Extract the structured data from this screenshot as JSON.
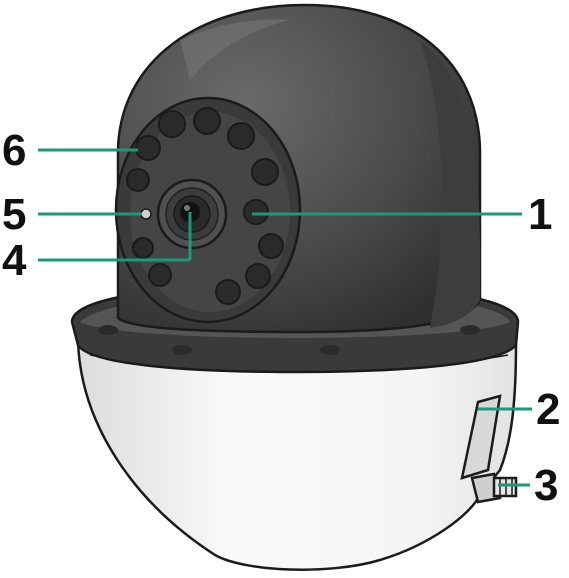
{
  "figure": {
    "subject": "dome-camera-diagram",
    "colors": {
      "leader_line": "#1a9a7c",
      "dome_dark": "#4a4a4a",
      "dome_shadow": "#2f2f2f",
      "base_light": "#f2f2f2",
      "outline": "#1b1b1b"
    }
  },
  "callouts": [
    {
      "id": "1",
      "label": "1"
    },
    {
      "id": "2",
      "label": "2"
    },
    {
      "id": "3",
      "label": "3"
    },
    {
      "id": "4",
      "label": "4"
    },
    {
      "id": "5",
      "label": "5"
    },
    {
      "id": "6",
      "label": "6"
    }
  ]
}
